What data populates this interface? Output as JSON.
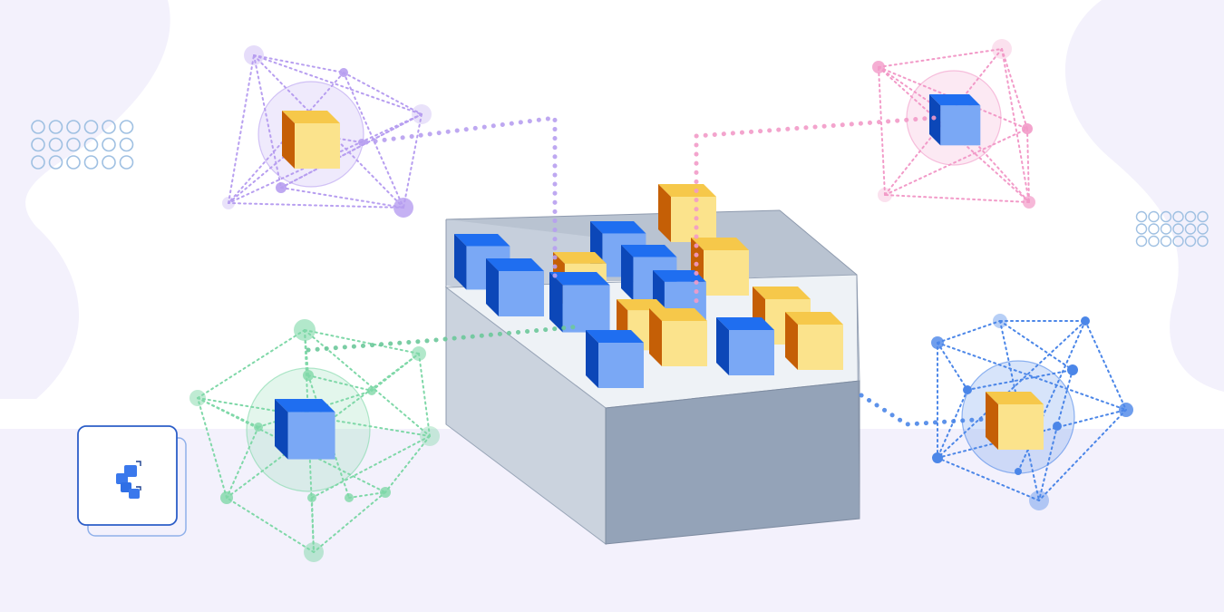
{
  "illustration": {
    "colors": {
      "background": "#ffffff",
      "blob": "#f3f1fc",
      "floor": "#f3f1fc",
      "dot_grid": "#9fc0e2",
      "box_side": "#c9d1dd",
      "box_front": "#93a2b8",
      "box_top": "#eef2f6",
      "box_back": "#b8c2d0",
      "blue_cube": [
        "#1f6ef0",
        "#7aa8f5",
        "#0c47b8"
      ],
      "yellow_cube": [
        "#f6c84a",
        "#fbe38c",
        "#c55f06"
      ],
      "purple": "#b79ef0",
      "pink": "#f29ac8",
      "green": "#7fd8a8",
      "blue": "#4b86e8"
    },
    "networks": [
      {
        "name": "purple-network",
        "color": "purple",
        "cube": "yellow"
      },
      {
        "name": "pink-network",
        "color": "pink",
        "cube": "blue"
      },
      {
        "name": "green-network",
        "color": "green",
        "cube": "blue"
      },
      {
        "name": "blue-network",
        "color": "blue",
        "cube": "yellow"
      }
    ],
    "icons": [
      "logo-icon",
      "dot-grid-left-icon",
      "dot-grid-right-icon"
    ]
  }
}
